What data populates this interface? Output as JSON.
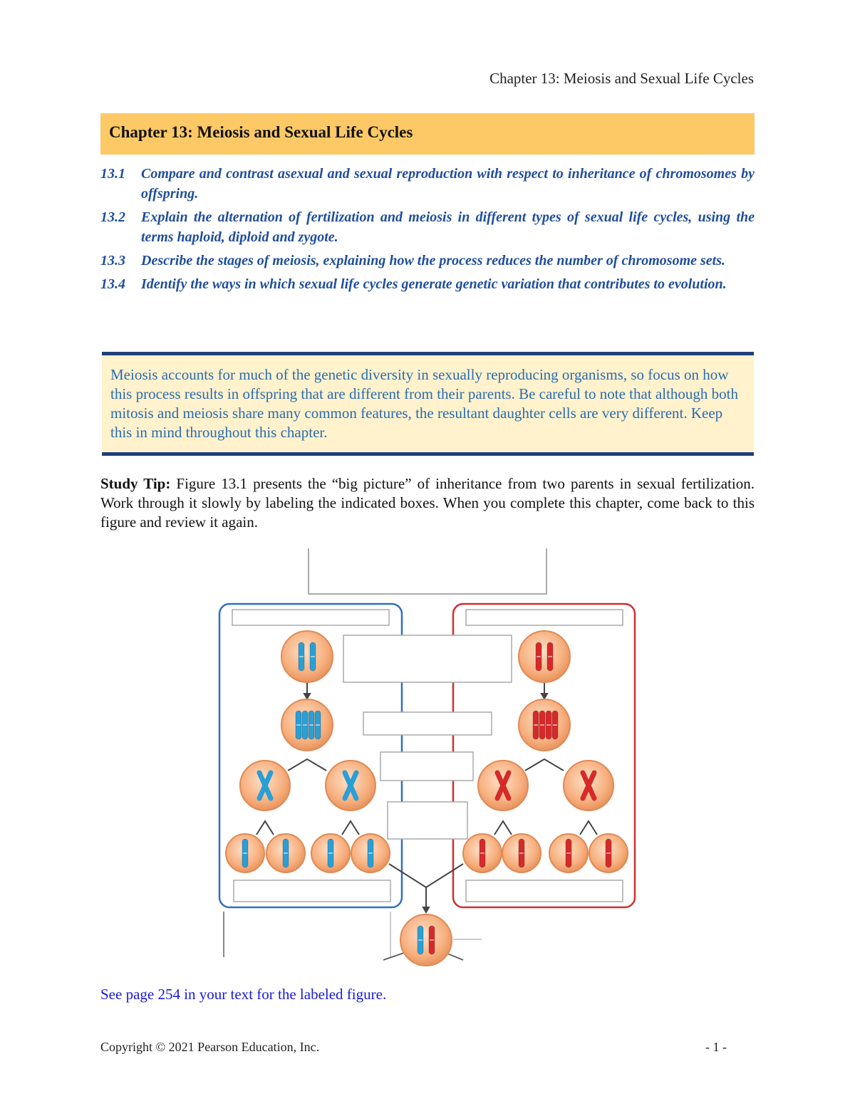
{
  "header": {
    "running_title": "Chapter 13: Meiosis and Sexual Life Cycles"
  },
  "banner": {
    "title": "Chapter 13: Meiosis and Sexual Life Cycles"
  },
  "objectives": [
    {
      "num": "13.1",
      "text": "Compare and contrast asexual and sexual reproduction with respect to inheritance of chromosomes by offspring."
    },
    {
      "num": "13.2",
      "text": "Explain the alternation of fertilization and meiosis in different types of sexual life cycles, using the terms haploid, diploid and zygote."
    },
    {
      "num": "13.3",
      "text": "Describe the stages of meiosis, explaining how the process reduces the number of chromosome sets."
    },
    {
      "num": "13.4",
      "text": "Identify the ways in which sexual life cycles generate genetic variation that contributes to evolution."
    }
  ],
  "note": {
    "text": "Meiosis accounts for much of the genetic diversity in sexually reproducing organisms, so focus on how this process results in offspring that are different from their parents. Be careful to note that although both mitosis and meiosis share many common features, the resultant daughter cells are very different. Keep this in mind throughout this chapter."
  },
  "study_tip": {
    "label": "Study Tip:",
    "text": "Figure 13.1 presents the “big picture” of inheritance from two parents in sexual fertilization. Work through it slowly by labeling the indicated boxes. When you complete this chapter, come back to this figure and review it again."
  },
  "figure": {
    "colors": {
      "cell_fill": "#f7b07f",
      "cell_edge": "#e08a55",
      "maternal": "#2a9fd6",
      "paternal": "#d62a2a",
      "left_frame": "#2f6fc5",
      "right_frame": "#d03030",
      "arrow": "#444444"
    }
  },
  "footer": {
    "see_page": "See page 254 in your text for the labeled figure.",
    "copyright": "Copyright © 2021 Pearson Education, Inc.",
    "page_number": "- 1 -"
  }
}
